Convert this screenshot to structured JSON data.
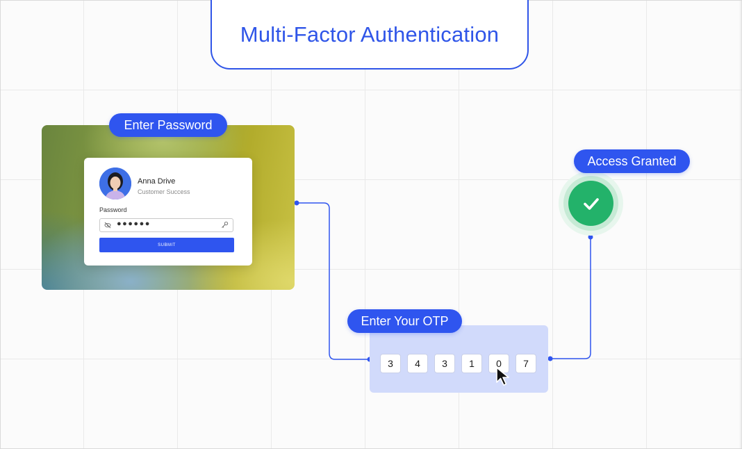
{
  "title": "Multi-Factor Authentication",
  "steps": {
    "password": "Enter Password",
    "otp": "Enter Your OTP",
    "access": "Access Granted"
  },
  "login": {
    "user_name": "Anna Drive",
    "user_role": "Customer Success",
    "password_label": "Password",
    "password_mask": "●●●●●●",
    "submit_label": "SUBMIT"
  },
  "otp": {
    "digits": [
      "3",
      "4",
      "3",
      "1",
      "0",
      "7"
    ]
  },
  "colors": {
    "accent": "#2f55ef",
    "success": "#23b26a",
    "otp_panel": "#d1dafb"
  },
  "icons": [
    "eye-off-icon",
    "key-icon",
    "check-icon",
    "cursor-icon",
    "avatar"
  ]
}
